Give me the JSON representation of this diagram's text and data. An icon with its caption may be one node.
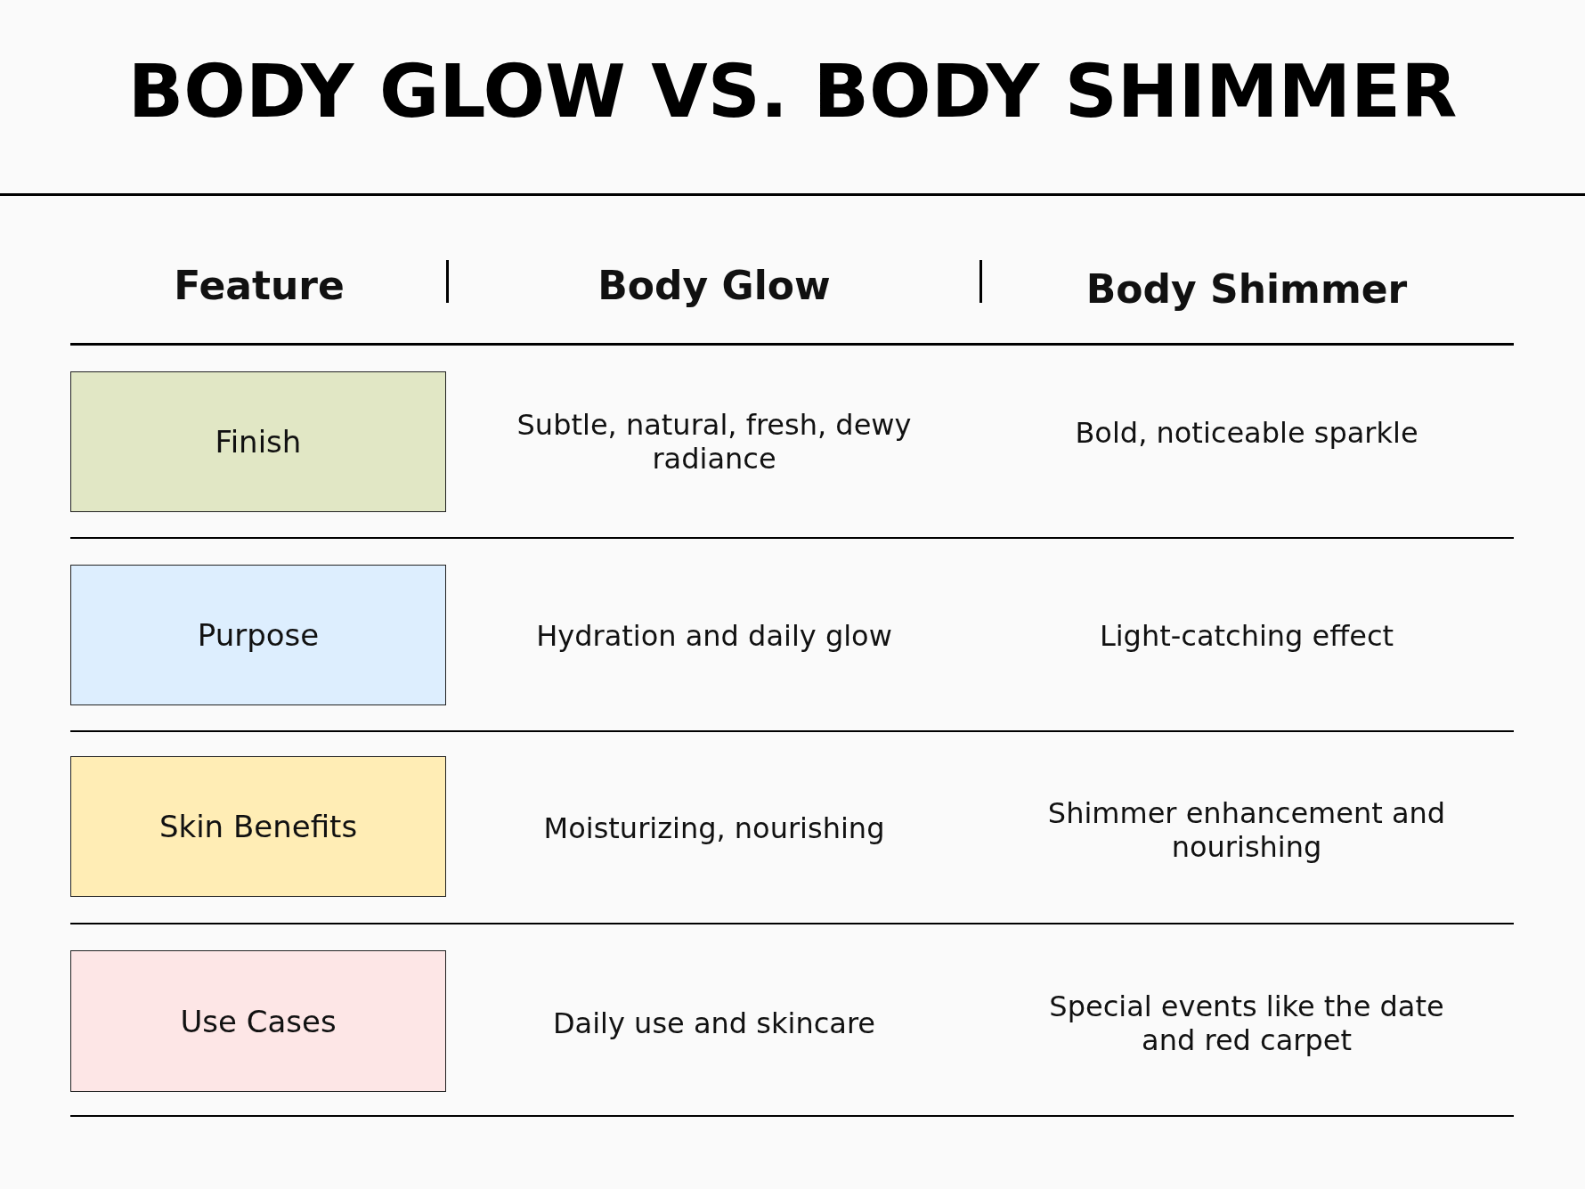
{
  "diagram": {
    "title": "BODY GLOW VS. BODY SHIMMER",
    "nodes": [
      {
        "text": [
          "Finish"
        ]
      },
      {
        "text": [
          "Purpose"
        ]
      },
      {
        "text": [
          "Skin Benefits"
        ]
      },
      {
        "text": [
          "Use Cases"
        ]
      }
    ],
    "labels": [
      "Feature",
      "Body Glow",
      "Body Shimmer",
      "Subtle, natural, fresh, dewy radiance",
      "Bold, noticeable sparkle",
      "Hydration and daily glow",
      "Light-catching effect",
      "Moisturizing, nourishing",
      "Shimmer enhancement and nourishing",
      "Daily use and skincare",
      "Special events like the date and red carpet"
    ]
  }
}
